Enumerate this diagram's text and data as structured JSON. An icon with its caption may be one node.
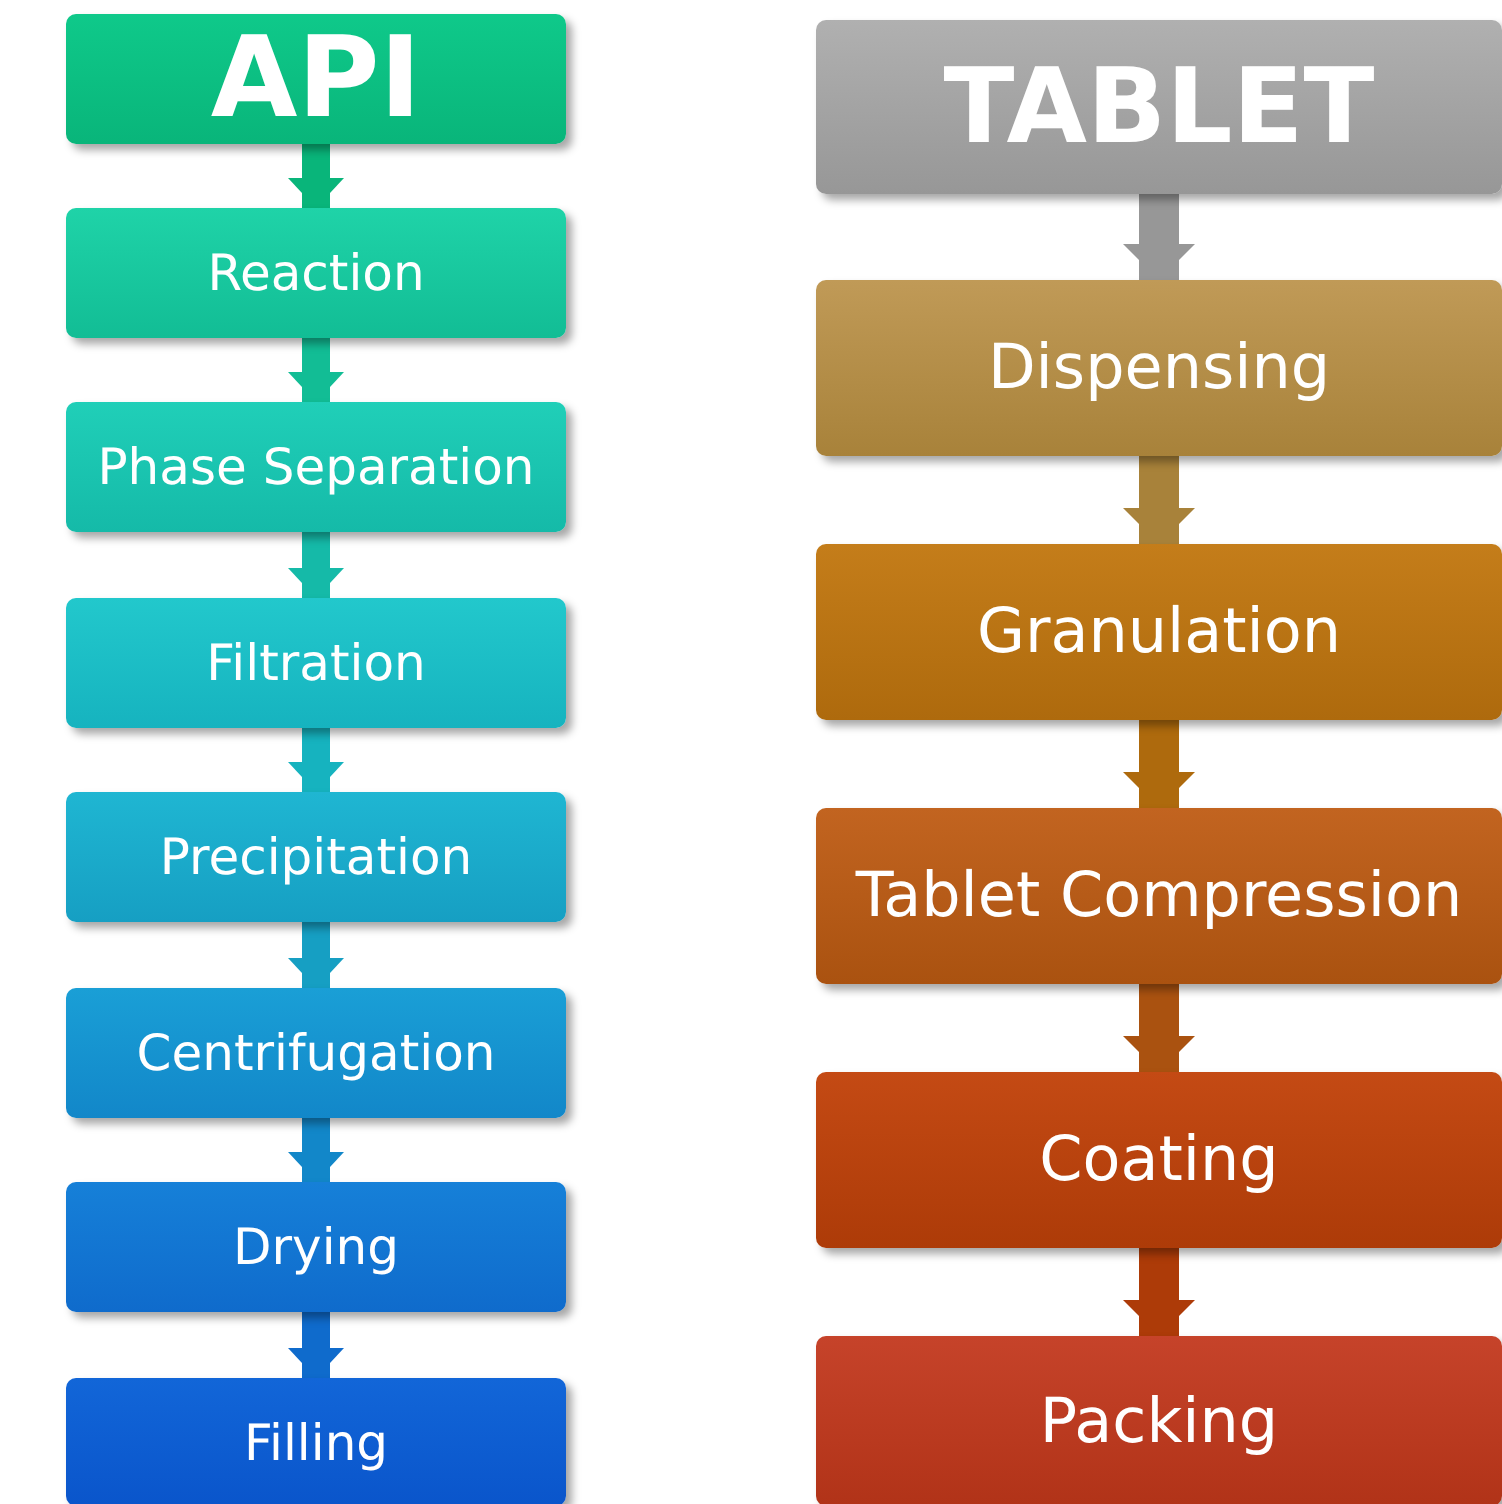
{
  "diagram": {
    "nodes": [
      {
        "text": [
          "API"
        ]
      },
      {
        "text": [
          "Reaction"
        ]
      },
      {
        "text": [
          "Phase Separation"
        ]
      },
      {
        "text": [
          "Filtration"
        ]
      },
      {
        "text": [
          "Precipitation"
        ]
      },
      {
        "text": [
          "Centrifugation"
        ]
      },
      {
        "text": [
          "Drying"
        ]
      },
      {
        "text": [
          "Filling"
        ]
      },
      {
        "text": [
          "TABLET"
        ]
      },
      {
        "text": [
          "Dispensing"
        ]
      },
      {
        "text": [
          "Granulation"
        ]
      },
      {
        "text": [
          "Tablet Compression"
        ]
      },
      {
        "text": [
          "Coating"
        ]
      },
      {
        "text": [
          "Packing"
        ]
      }
    ],
    "edges": [
      {
        "from": 0,
        "to": 1,
        "arrow": "to",
        "color": "#09b57a"
      },
      {
        "from": 1,
        "to": 2,
        "arrow": "to",
        "color": "#12bd95"
      },
      {
        "from": 2,
        "to": 3,
        "arrow": "to",
        "color": "#15baa8"
      },
      {
        "from": 3,
        "to": 4,
        "arrow": "to",
        "color": "#16b3bf"
      },
      {
        "from": 4,
        "to": 5,
        "arrow": "to",
        "color": "#169fc3"
      },
      {
        "from": 5,
        "to": 6,
        "arrow": "to",
        "color": "#1287c9"
      },
      {
        "from": 6,
        "to": 7,
        "arrow": "to",
        "color": "#0f6bcc"
      },
      {
        "from": 8,
        "to": 9,
        "arrow": "to",
        "color": "#979797"
      },
      {
        "from": 9,
        "to": 10,
        "arrow": "to",
        "color": "#a8823a"
      },
      {
        "from": 10,
        "to": 11,
        "arrow": "to",
        "color": "#ae6a0d"
      },
      {
        "from": 11,
        "to": 12,
        "arrow": "to",
        "color": "#aa5210"
      },
      {
        "from": 12,
        "to": 13,
        "arrow": "to",
        "color": "#ad3b08"
      }
    ]
  }
}
